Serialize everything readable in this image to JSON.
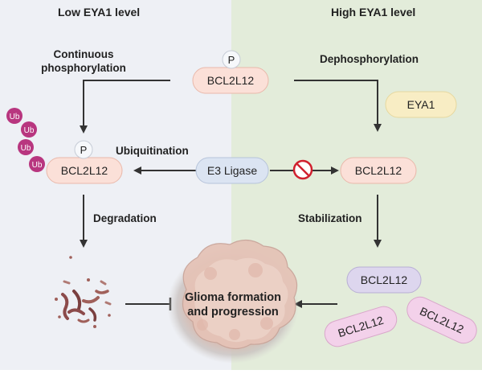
{
  "panels": {
    "left_title": "Low EYA1 level",
    "right_title": "High EYA1 level"
  },
  "labels": {
    "continuous_line1": "Continuous",
    "continuous_line2": "phosphorylation",
    "dephosphorylation": "Dephosphorylation",
    "ubiquitination": "Ubiquitination",
    "degradation": "Degradation",
    "stabilization": "Stabilization",
    "outcome_line1": "Glioma formation",
    "outcome_line2": "and progression"
  },
  "nodes": {
    "bcl2l12_top": "BCL2L12",
    "phospho_top": "P",
    "eya1": "EYA1",
    "bcl2l12_left": "BCL2L12",
    "phospho_left": "P",
    "e3_ligase": "E3 Ligase",
    "bcl2l12_right": "BCL2L12",
    "bcl2l12_purple": "BCL2L12",
    "bcl2l12_pink1": "BCL2L12",
    "bcl2l12_pink2": "BCL2L12"
  },
  "ubiquitin": [
    "Ub",
    "Ub",
    "Ub",
    "Ub"
  ],
  "colors": {
    "left_bg": "#eef0f5",
    "right_bg": "#e3ecda",
    "bcl2l12_fill": "#fbe0d8",
    "bcl2l12_stroke": "#e9b8aa",
    "eya1_fill": "#f8edc4",
    "e3_fill": "#dbe4f2",
    "purple_fill": "#ddd6ee",
    "pink_fill": "#f3d1ea",
    "ub_fill": "#b8367f",
    "arrow": "#333333",
    "inhibit_icon": "#d0202e"
  }
}
